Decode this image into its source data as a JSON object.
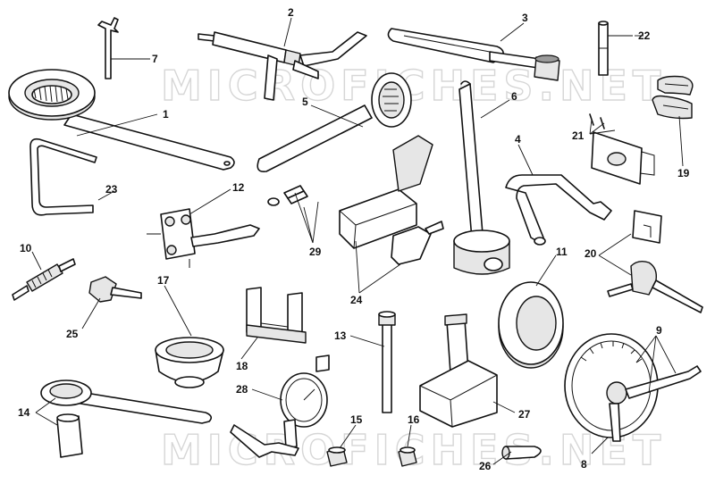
{
  "watermark": "MICROFICHES.NET",
  "callouts": [
    {
      "id": "1",
      "text": "1"
    },
    {
      "id": "2",
      "text": "2"
    },
    {
      "id": "3",
      "text": "3"
    },
    {
      "id": "4",
      "text": "4"
    },
    {
      "id": "5",
      "text": "5"
    },
    {
      "id": "6",
      "text": "6"
    },
    {
      "id": "7",
      "text": "7"
    },
    {
      "id": "8",
      "text": "8"
    },
    {
      "id": "9",
      "text": "9"
    },
    {
      "id": "10",
      "text": "10"
    },
    {
      "id": "11",
      "text": "11"
    },
    {
      "id": "12",
      "text": "12"
    },
    {
      "id": "13",
      "text": "13"
    },
    {
      "id": "14",
      "text": "14"
    },
    {
      "id": "15",
      "text": "15"
    },
    {
      "id": "16",
      "text": "16"
    },
    {
      "id": "17",
      "text": "17"
    },
    {
      "id": "18",
      "text": "18"
    },
    {
      "id": "19",
      "text": "19"
    },
    {
      "id": "20",
      "text": "20"
    },
    {
      "id": "21",
      "text": "21"
    },
    {
      "id": "22",
      "text": "22"
    },
    {
      "id": "23",
      "text": "23"
    },
    {
      "id": "24",
      "text": "24"
    },
    {
      "id": "25",
      "text": "25"
    },
    {
      "id": "26",
      "text": "26"
    },
    {
      "id": "27",
      "text": "27"
    },
    {
      "id": "28",
      "text": "28"
    },
    {
      "id": "29",
      "text": "29"
    }
  ]
}
